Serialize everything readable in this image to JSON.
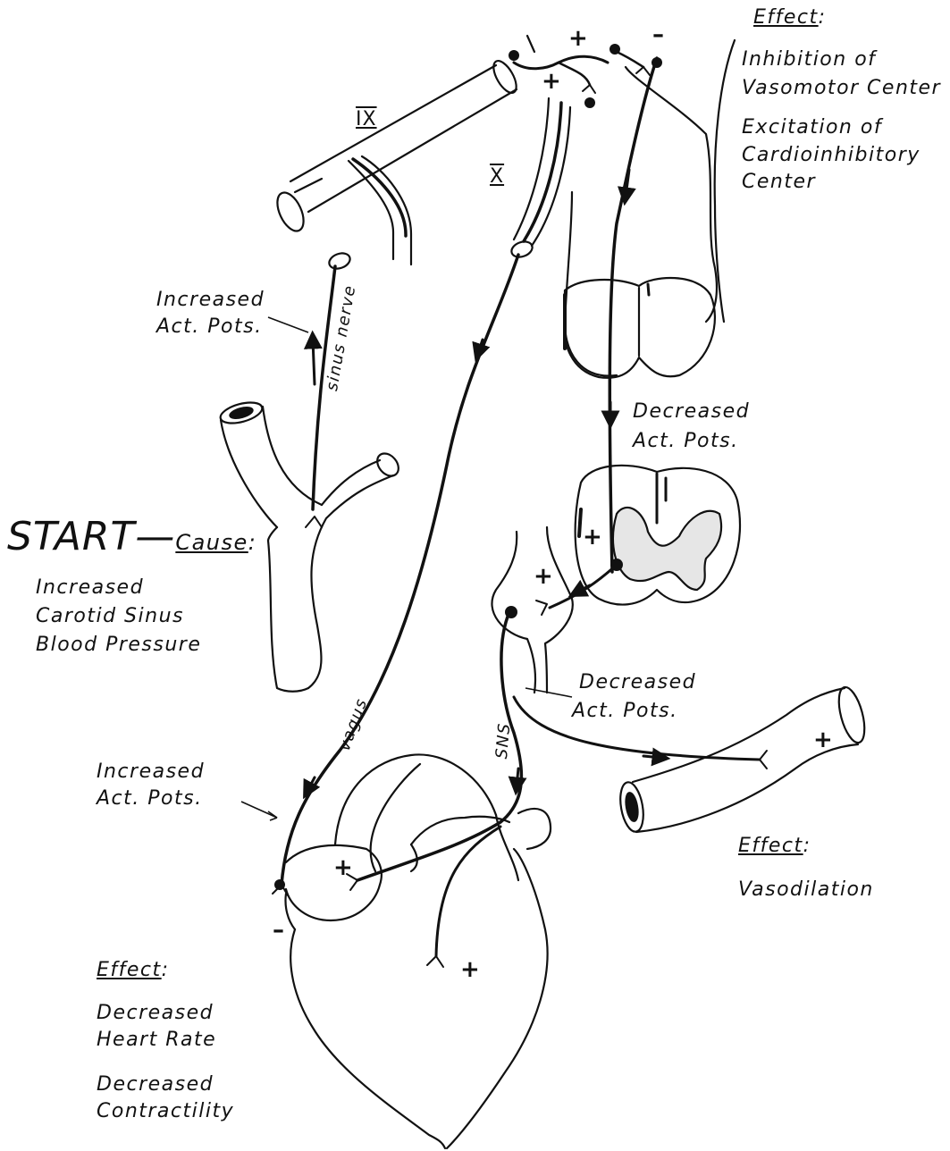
{
  "top_effect": {
    "heading": "Effect",
    "colon": ":",
    "line1": "Inhibition of",
    "line2": "Vasomotor Center",
    "line3": "Excitation of",
    "line4": "Cardioinhibitory",
    "line5": "Center"
  },
  "nerve_labels": {
    "ix": "IX",
    "x": "X",
    "sinus_nerve": "sinus nerve",
    "vagus": "vagus",
    "sns": "SNS"
  },
  "sinus_ap": {
    "line1": "Increased",
    "line2": "Act. Pots."
  },
  "spinal_ap": {
    "line1": "Decreased",
    "line2": "Act. Pots."
  },
  "sns_ap": {
    "line1": "Decreased",
    "line2": "Act. Pots."
  },
  "vagus_ap": {
    "line1": "Increased",
    "line2": "Act. Pots."
  },
  "start": {
    "word": "START",
    "dash": "—",
    "cause": "Cause",
    "colon": ":",
    "line1": "Increased",
    "line2": "Carotid Sinus",
    "line3": "Blood Pressure"
  },
  "vessel_effect": {
    "heading": "Effect",
    "colon": ":",
    "line1": "Vasodilation"
  },
  "heart_effect": {
    "heading": "Effect",
    "colon": ":",
    "line1": "Decreased",
    "line2": "Heart Rate",
    "line3": "Decreased",
    "line4": "Contractility"
  },
  "signs": {
    "plus": "+",
    "minus": "–"
  }
}
